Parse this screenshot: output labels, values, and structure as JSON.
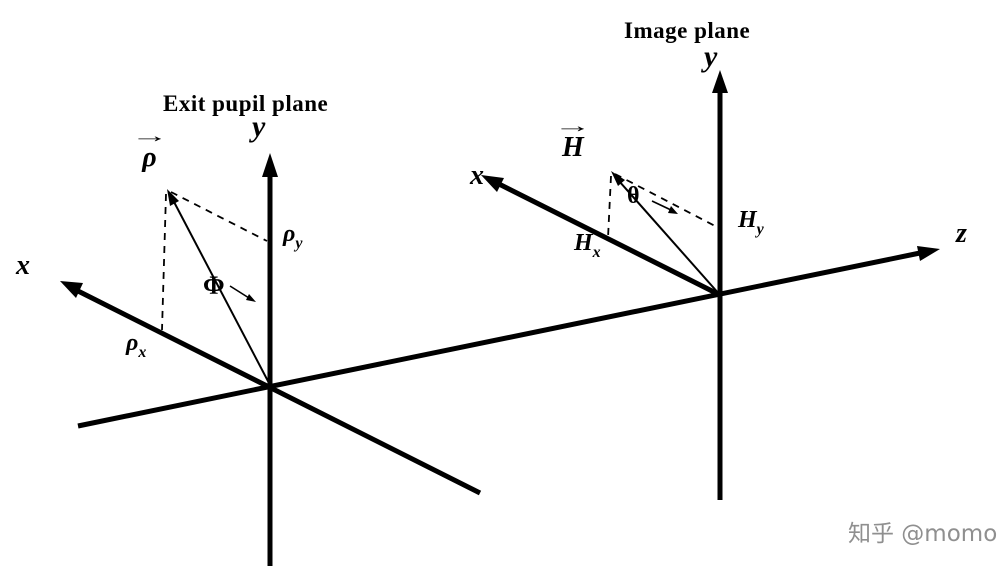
{
  "diagram": {
    "left": {
      "title": "Exit pupil plane",
      "x_label": "x",
      "y_label": "y",
      "vector": {
        "arrow": "→",
        "symbol": "ρ"
      },
      "proj_y": {
        "base": "ρ",
        "sub": "y"
      },
      "proj_x": {
        "base": "ρ",
        "sub": "x"
      },
      "angle": "Φ"
    },
    "right": {
      "title": "Image plane",
      "x_label": "x",
      "y_label": "y",
      "z_label": "z",
      "vector": {
        "arrow": "→",
        "symbol": "H"
      },
      "proj_y": {
        "base": "H",
        "sub": "y"
      },
      "proj_x": {
        "base": "H",
        "sub": "x"
      },
      "angle": "θ"
    },
    "colors": {
      "line": "#000000",
      "background": "#ffffff",
      "watermark": "#8f8f8f"
    }
  },
  "watermark": {
    "text": "知乎 @momo"
  }
}
